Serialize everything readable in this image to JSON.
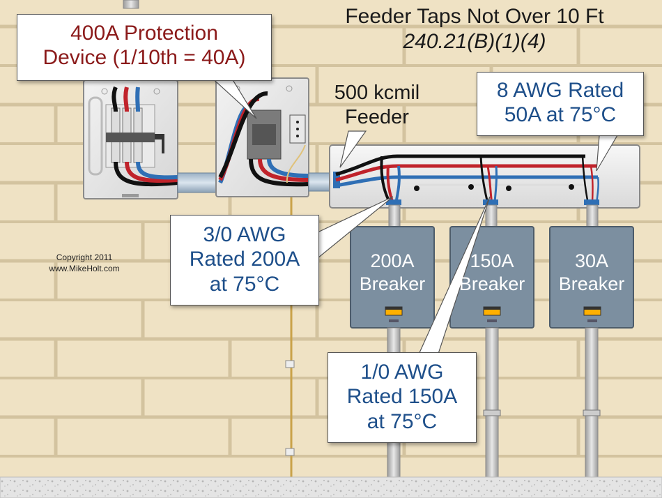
{
  "title": {
    "line1": "Feeder Taps Not Over 10 Ft",
    "line2": "240.21(B)(1)(4)"
  },
  "callouts": {
    "protection": {
      "line1": "400A Protection",
      "line2": "Device (1/10th = 40A)"
    },
    "feeder": {
      "line1": "500 kcmil",
      "line2": "Feeder"
    },
    "awg8": {
      "line1": "8 AWG Rated",
      "line2": "50A at 75°C"
    },
    "awg30": {
      "line1": "3/0 AWG",
      "line2": "Rated 200A",
      "line3": "at 75°C"
    },
    "awg10": {
      "line1": "1/0 AWG",
      "line2": "Rated 150A",
      "line3": "at 75°C"
    }
  },
  "breakers": [
    {
      "line1": "200A",
      "line2": "Breaker"
    },
    {
      "line1": "150A",
      "line2": "Breaker"
    },
    {
      "line1": "30A",
      "line2": "Breaker"
    }
  ],
  "copyright": {
    "line1": "Copyright 2011",
    "line2": "www.MikeHolt.com"
  },
  "colors": {
    "wall": "#efe2c4",
    "mortar": "#d3c39f",
    "breaker_box": "#7c8fa0",
    "conductor_black": "#111111",
    "conductor_red": "#c0232b",
    "conductor_blue": "#2f6fb5",
    "text_blue": "#1e4f8a",
    "text_red": "#8b1a1a"
  }
}
